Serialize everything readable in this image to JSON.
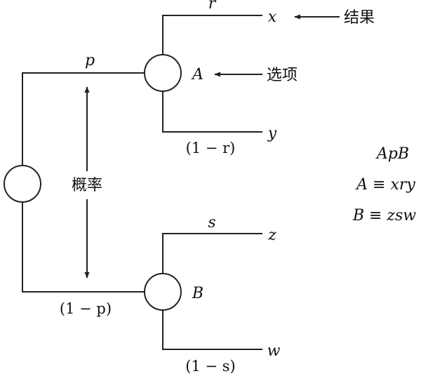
{
  "labels": {
    "p": "p",
    "one_minus_p": "(1 − p)",
    "r": "r",
    "one_minus_r": "(1 − r)",
    "s": "s",
    "one_minus_s": "(1 − s)",
    "option_a": "A",
    "option_b": "B",
    "x": "x",
    "y": "y",
    "z": "z",
    "w": "w"
  },
  "annotations": {
    "result": "结果",
    "option": "选项",
    "probability": "概率"
  },
  "formulas": {
    "line1": "ApB",
    "line2": "A ≡ xry",
    "line3": "B ≡ zsw"
  },
  "colors": {
    "stroke": "#222222",
    "text": "#111111"
  }
}
